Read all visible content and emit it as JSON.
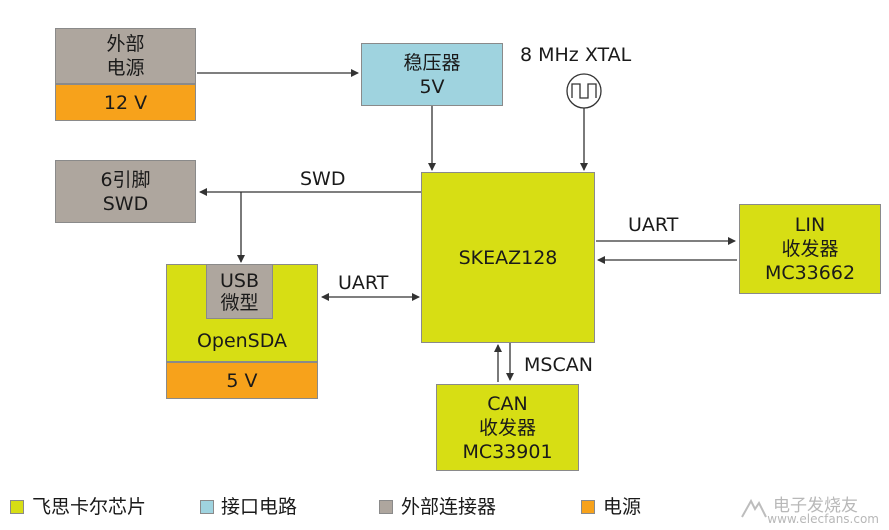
{
  "blocks": {
    "external_power": {
      "line1": "外部",
      "line2": "电源",
      "voltage": "12 V"
    },
    "regulator": {
      "line1": "稳压器",
      "line2": "5V"
    },
    "crystal": {
      "label": "8 MHz XTAL"
    },
    "swd_connector": {
      "line1": "6引脚",
      "line2": "SWD"
    },
    "mcu": {
      "label": "SKEAZ128"
    },
    "opensda": {
      "usb_line1": "USB",
      "usb_line2": "微型",
      "label": "OpenSDA",
      "voltage": "5 V"
    },
    "lin": {
      "line1": "LIN",
      "line2": "收发器",
      "line3": "MC33662"
    },
    "can": {
      "line1": "CAN",
      "line2": "收发器",
      "line3": "MC33901"
    }
  },
  "connections": {
    "swd": "SWD",
    "uart_opensda": "UART",
    "uart_lin": "UART",
    "mscan": "MSCAN"
  },
  "legend": [
    {
      "label": "飞思卡尔芯片",
      "color": "#d7de14"
    },
    {
      "label": "接口电路",
      "color": "#9fd3df"
    },
    {
      "label": "外部连接器",
      "color": "#aea69e"
    },
    {
      "label": "电源",
      "color": "#f7a21b"
    }
  ],
  "watermark": {
    "text": "电子发烧友",
    "url": "www.elecfans.com"
  }
}
